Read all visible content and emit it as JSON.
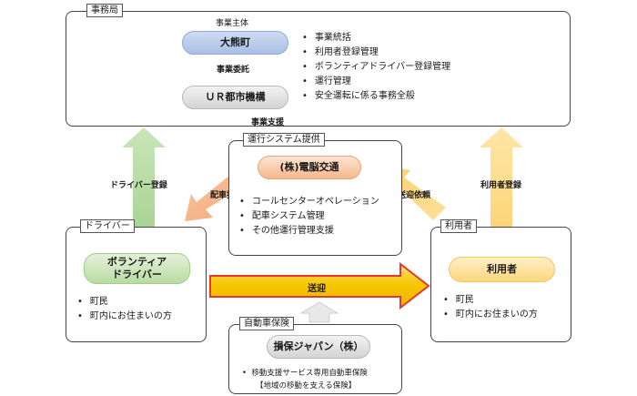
{
  "office": {
    "tag": "事務局",
    "entity_label": "事業主体",
    "town": "大熊町",
    "commission_label": "事業委託",
    "ur": "ＵＲ都市機構",
    "support_label": "事業支援",
    "duties": [
      "事業統括",
      "利用者登録管理",
      "ボランティアドライバー登録管理",
      "運行管理",
      "安全運転に係る事務全般"
    ]
  },
  "system": {
    "tag": "運行システム提供",
    "company": "(株)電脳交通",
    "items": [
      "コールセンターオペレーション",
      "配車システム管理",
      "その他運行管理支援"
    ]
  },
  "driver": {
    "tag": "ドライバー",
    "name_line1": "ボランティア",
    "name_line2": "ドライバー",
    "items": [
      "町民",
      "町内にお住まいの方"
    ]
  },
  "user": {
    "tag": "利用者",
    "name": "利用者",
    "items": [
      "町民",
      "町内にお住まいの方"
    ]
  },
  "insurance": {
    "tag": "自動車保険",
    "company": "損保ジャパン（株）",
    "item": "移動支援サービス専用自動車保険",
    "note": "【地域の移動を支える保険】"
  },
  "arrows": {
    "driver_register": "ドライバー登録",
    "dispatch": "配車指示",
    "pickup_request": "送迎依頼",
    "user_register": "利用者登録",
    "transport": "送迎"
  }
}
